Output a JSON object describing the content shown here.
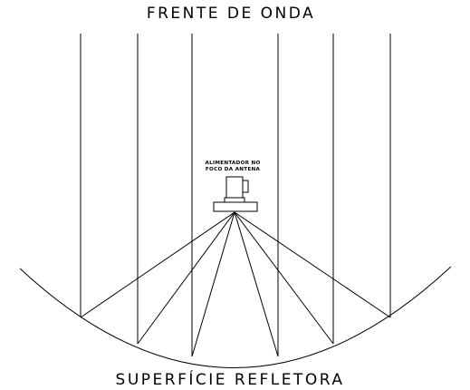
{
  "diagram": {
    "top_label": "FRENTE DE ONDA",
    "bottom_label": "SUPERFÍCIE REFLETORA",
    "feed_label_line1": "ALIMENTADOR NO",
    "feed_label_line2": "FOCO DA ANTENA"
  },
  "colors": {
    "ink": "#000000",
    "background": "#ffffff"
  }
}
